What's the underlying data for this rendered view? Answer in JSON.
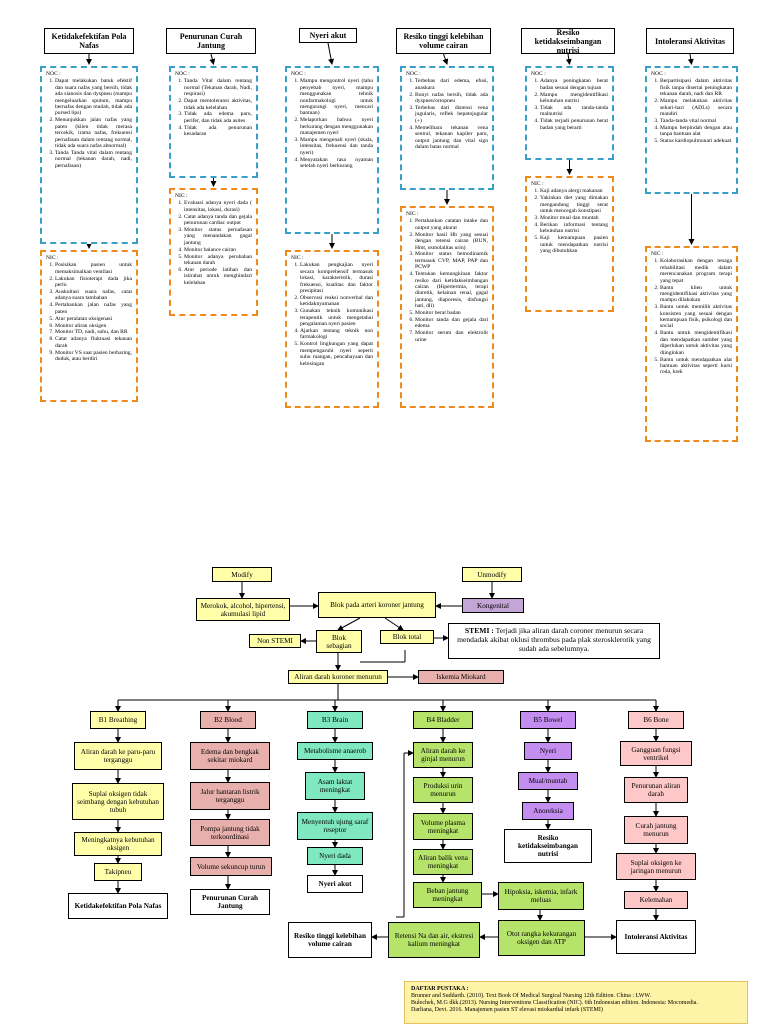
{
  "top_diagnoses": [
    {
      "title": "Ketidakefektifan Pola Nafas",
      "noc_label": "NOC :",
      "noc": [
        "Dapat melakukan batuk efektif dan suara nafas yang bersih, tidak ada sianosis dan dyspneu (mampu mengeluarkan sputum, mampu bernafas dengan mudah, tidak ada pursed lips)",
        "Menunjukkan jalan nafas yang paten (klien tidak merasa tercekik, irama nafas, frekuensi pernafasan dalam rentang normal, tidak ada suara nafas abnormal)",
        "Tanda Tanda vital dalam rentang normal (tekanan darah, nadi, pernafasan)"
      ],
      "nic_label": "NIC :",
      "nic": [
        "Posisikan pasien untuk memaksimalkan ventilasi",
        "Lakukan fisioterapi dada jika perlu",
        "Auskultasi suara nafas, catat adanya suara tambahan",
        "Pertahankan jalan nafas yang paten",
        "Atur peralatan oksigenasi",
        "Monitor aliran oksigen",
        "Monitor TD, nadi, suhu, dan RR",
        "Catat adanya fluktuasi tekanan darah",
        "Monitor VS saat pasien berbaring, duduk, atau berdiri"
      ]
    },
    {
      "title": "Penurunan Curah Jantung",
      "noc_label": "NOC :",
      "noc": [
        "Tanda Vital dalam rentang normal (Tekanan darah, Nadi, respirasi)",
        "Dapat mentoleransi aktivitas, tidak ada kelelahan",
        "Tidak ada edema paru, perifer, dan tidak ada asites",
        "Tidak ada penurunan kesadaran"
      ],
      "nic_label": "NIC :",
      "nic": [
        "Evaluasi adanya nyeri dada ( intensitas, lokasi, durasi)",
        "Catat adanya tanda dan gejala penurunan cardiac output",
        "Monitor status pernafasan yang menandakan gagal jantung",
        "Monitor balance cairan",
        "Monitor adanya perubahan tekanan darah",
        "Atur periode latihan dan istirahat untuk menghindari kelelahan"
      ]
    },
    {
      "title": "Nyeri akut",
      "noc_label": "NOC :",
      "noc": [
        "Mampu mengontrol nyeri (tahu penyebab nyeri, mampu menggunakan tehnik nonfarmakologi untuk mengurangi nyeri, mencari bantuan)",
        "Melaporkan bahwa nyeri berkurang dengan menggunakan manajemen nyeri",
        "Mampu mengenali nyeri (skala, intensitas, frekuensi dan tanda nyeri)",
        "Menyatakan rasa nyaman setelah nyeri berkurang"
      ],
      "nic_label": "NIC :",
      "nic": [
        "Lakukan pengkajian nyeri secara komprehensif termasuk lokasi, karakteristik, durasi frekuensi, kualitas dan faktor presipitasi",
        "Observasi reaksi nonverbal dan ketidaknyamanan",
        "Gunakan teknik komunikasi terapeutik untuk mengetahui pengalaman nyeri pasien",
        "Ajarkan tentang teknik non farmakologi",
        "Kontrol lingkungan yang dapat mempengaruhi nyeri seperti suhu ruangan, pencahayaan dan kebisingan"
      ]
    },
    {
      "title": "Resiko tinggi kelebihan volume cairan",
      "noc_label": "NOC :",
      "noc": [
        "Terbebas dari edema, efusi, anaskara",
        "Bunyi nafas bersih, tidak ada dyspneu/ortopneu",
        "Terbebas dari distensi vena jugularis, reflek hepatojugular (+)",
        "Memelihara tekanan vena sentral, tekanan kapiler paru, output jantung dan vital sign dalam batas normal"
      ],
      "nic_label": "NIC :",
      "nic": [
        "Pertahankan catatan intake dan output yang akurat",
        "Monitor hasil Hb yang sesuai dengan retensi cairan (BUN, Hmt, osmolalitas urin)",
        "Monitor status hemodinamik termasuk CVP, MAP, PAP dan PCWP",
        "Tentukan kemungkinan faktor resiko dari ketidakseimbangan cairan (Hipertermia, terapi diuretik, kelainan renal, gagal jantung, diaporesis, disfungsi hati, dll)",
        "Monitor berat badan",
        "Monitor tanda dan gejala dari edema",
        "Monitor serum dan elektrolit urine"
      ]
    },
    {
      "title": "Resiko ketidakseimbangan nutrisi",
      "noc_label": "NOC :",
      "noc": [
        "Adanya peningkatan berat badan sesuai dengan tujuan",
        "Mampu mengidentifikasi kebutuhan nutrisi",
        "Tidak ada tanda-tanda malnutrisi",
        "Tidak terjadi penurunan berat badan yang berarti"
      ],
      "nic_label": "NIC :",
      "nic": [
        "Kaji adanya alergi makanan",
        "Yakinkan diet yang dimakan mengandung tinggi serat untuk mencegah konstipasi",
        "Monitor mual dan muntah",
        "Berikan informasi tentang kebutuhan nutrisi",
        "Kaji kemampuan pasien untuk mendapatkan nutrisi yang dibutuhkan"
      ]
    },
    {
      "title": "Intoleransi Aktivitas",
      "noc_label": "NOC :",
      "noc": [
        "Berpartisipasi dalam aktivitas fisik tanpa disertai peningkatan tekanan darah, nadi dan RR",
        "Mampu melakukan aktivitas sehari-hari (ADLs) secara mandiri",
        "Tanda-tanda vital normal",
        "Mampu berpindah dengan atau tanpa bantuan alat",
        "Status kardiopulmunari adekuat"
      ],
      "nic_label": "NIC :",
      "nic": [
        "Kolaborasikan dengan tenaga rehabilitasi medik dalam merencanakan program terapi yang tepat",
        "Bantu klien untuk mengidentifikasi aktivitas yang mampu dilakukan",
        "Bantu untuk memilih aktivitas konsisten yang sesuai dengan kemampuan fisik, psikologi dan social",
        "Bantu untuk mengidentifikasi dan mendapatkan sumber yang diperlukan untuk aktivitas yang diinginkan",
        "Bantu untuk mendapatkan alat bantuan aktivitas seperti kursi roda, krek"
      ]
    }
  ],
  "flow": {
    "modify": "Modify",
    "unmodify": "Unmodify",
    "modify_factors": "Merokok, alcohol, hipertensi, akumulasi lipid",
    "kongenital": "Kongenital",
    "blok_arteri": "Blok pada arteri koroner jantung",
    "non_stemi": "Non STEMI",
    "blok_sebagian": "Blok sebagian",
    "blok_total": "Blok total",
    "stemi_label": "STEMI :",
    "stemi_text": "Terjadi jika aliran darah coroner menurun secara mendadak akibat oklusi thrombus pada plak sterosklerotik yang sudah ada sebelumnya.",
    "aliran_darah": "Aliran darah koroner menurun",
    "iskemia": "Iskemia Miokard",
    "b_labels": [
      "B1 Breathing",
      "B2 Blood",
      "B3 Brain",
      "B4 Bladder",
      "B5 Bowel",
      "B6 Bone"
    ],
    "b1": [
      "Aliran darah ke paru-paru terganggu",
      "Suplai oksigen tidak seimbang dengan kebutuhan tubuh",
      "Meningkatnya kebutuhan oksigen",
      "Takipneu"
    ],
    "b1_dx": "Ketidakefektifan Pola Nafas",
    "b2": [
      "Edema dan bengkak sekitar miokard",
      "Jalur hantaran listrik terganggu",
      "Pompa jantung tidak terkoordinasi",
      "Volume sekuncup turun"
    ],
    "b2_dx": "Penurunan Curah Jantung",
    "b3": [
      "Metabolisme anaerob",
      "Asam laktat meningkat",
      "Menyentuh ujung saraf reseptor",
      "Nyeri dada"
    ],
    "b3_dx": "Nyeri akut",
    "b4": [
      "Aliran darah ke ginjal menurun",
      "Produksi urin menurun",
      "Volume plasma meningkat",
      "Aliran balik vena meningkat",
      "Beban jantung meningkat"
    ],
    "b4_retensi": "Retensi Na dan air, ekstresi kalium meningkat",
    "b4_dx": "Resiko tinggi kelebihan volume cairan",
    "hipoksia": "Hipoksia, iskemia, infark meluas",
    "otot": "Otot rangka kekurangan oksigen dan ATP",
    "b5": [
      "Nyeri",
      "Mual/muntah",
      "Anoreksia"
    ],
    "b5_dx": "Resiko ketidakseimbangan nutrisi",
    "b6": [
      "Gangguan fungsi ventrikel",
      "Penurunan aliran darah",
      "Curah jantung menurun",
      "Suplai oksigen ke jaringan menurun",
      "Kelemahan"
    ],
    "b6_dx": "Intoleransi Aktivitas"
  },
  "references": {
    "label": "DAFTAR PUSTAKA :",
    "items": [
      "Brunner and Suddarth. (2010). Text Book Of Medical Surgical Nursing 12th Edition. China : LWW.",
      "Bulechek, M.G dkk.(2013). Nursing Interventions Classification (NIC). 6th Indonesian edition. Indonesia: Mocomedia.",
      "Darliana, Devi. 2016. Manajemen pasien ST elevasi miokardial infark (STEMI)"
    ]
  },
  "colors": {
    "noc_border": "#38a0c8",
    "nic_border": "#f08a1e",
    "yellow": "#ffffaa",
    "purple": "#c4a6d6",
    "green": "#b6e36a",
    "red": "#e8b0ac",
    "cyan": "#7fe8c0",
    "violet": "#c48ef0",
    "pink": "#ffc8c8",
    "refs_bg": "#fff3a8"
  }
}
